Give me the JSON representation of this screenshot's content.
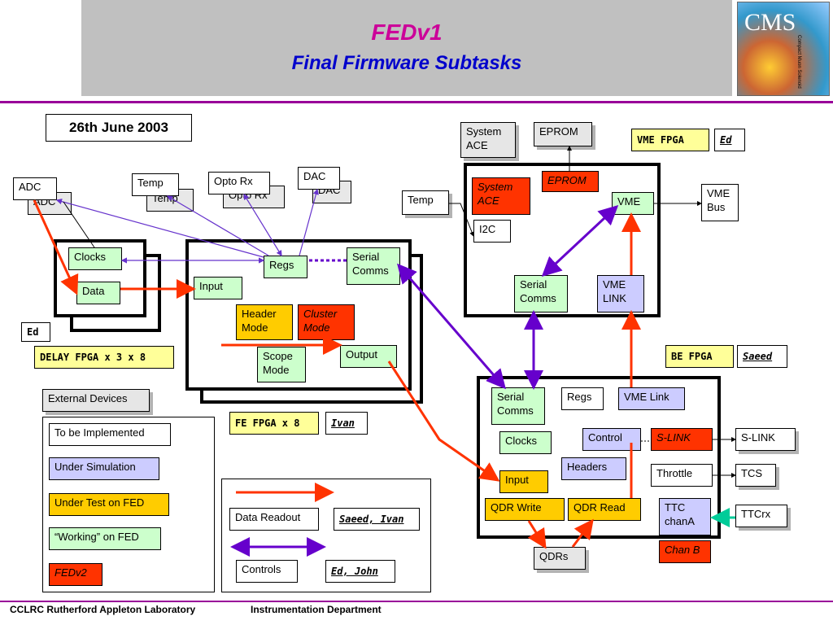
{
  "header": {
    "title": "FEDv1",
    "subtitle": "Final Firmware Subtasks",
    "logo_text": "CMS",
    "logo_caption": "Compact Muon Solenoid",
    "title_color": "#cc0099",
    "subtitle_color": "#0000cc",
    "rule_color": "#990099"
  },
  "date": "26th June 2003",
  "fe": {
    "adc": "ADC",
    "temp": "Temp",
    "opto": "Opto Rx",
    "dac": "DAC",
    "clocks": "Clocks",
    "data": "Data",
    "regs": "Regs",
    "serial": "Serial Comms",
    "input": "Input",
    "header_mode": "Header Mode",
    "cluster_mode": "Cluster Mode",
    "scope_mode": "Scope Mode",
    "output": "Output",
    "delay_label": "DELAY FPGA x 3 x 8",
    "delay_owner": "Ed",
    "fe_label": "FE FPGA x 8",
    "fe_owner": "Ivan"
  },
  "vme": {
    "system_ace_ext": "System ACE",
    "eprom_ext": "EPROM",
    "label": "VME FPGA",
    "owner": "Ed",
    "system_ace": "System ACE",
    "eprom": "EPROM",
    "vme": "VME",
    "vme_bus": "VME Bus",
    "temp": "Temp",
    "i2c": "I2C",
    "serial": "Serial Comms",
    "vme_link": "VME LINK"
  },
  "be": {
    "label": "BE FPGA",
    "owner": "Saeed",
    "serial": "Serial Comms",
    "regs": "Regs",
    "vme_link": "VME Link",
    "clocks": "Clocks",
    "control": "Control",
    "slink": "S-LINK",
    "headers": "Headers",
    "throttle": "Throttle",
    "input": "Input",
    "qdr_write": "QDR Write",
    "qdr_read": "QDR Read",
    "ttc": "TTC chanA",
    "chanb": "Chan B",
    "qdrs": "QDRs",
    "slink_ext": "S-LINK",
    "tcs": "TCS",
    "ttcrx": "TTCrx"
  },
  "legend": {
    "external": "External Devices",
    "items": [
      "To be Implemented",
      "Under Simulation",
      "Under Test on FED",
      "“Working” on FED",
      "FEDv2"
    ],
    "data_readout": "Data Readout",
    "data_owner": "Saeed, Ivan",
    "controls": "Controls",
    "controls_owner": "Ed, John"
  },
  "colors": {
    "to_be_implemented": "#ffffff",
    "under_simulation": "#ccccff",
    "under_test": "#ffcc00",
    "working": "#ccffcc",
    "fedv2": "#ff3300",
    "data_arrow": "#ff3300",
    "control_arrow": "#6600cc",
    "thin_arrow": "#6633cc",
    "ttc_arrow": "#00cc99"
  },
  "footer": {
    "left": "CCLRC Rutherford Appleton Laboratory",
    "right": "Instrumentation Department"
  }
}
